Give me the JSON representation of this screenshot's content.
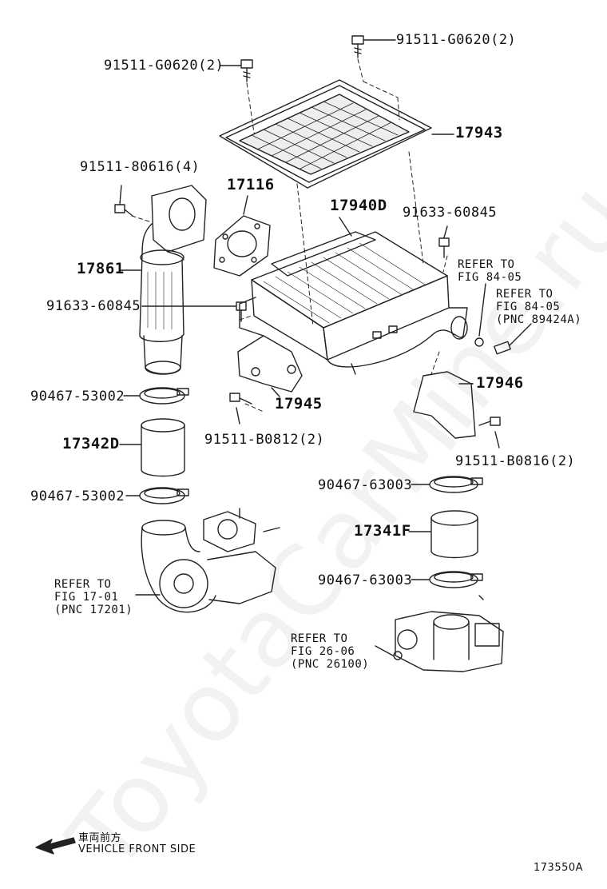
{
  "watermark": "ToyotaCarMine.ru",
  "parts": {
    "bolt_top_right": "91511-G0620(2)",
    "bolt_top_left": "91511-G0620(2)",
    "filter": "17943",
    "bolt_left": "91511-80616(4)",
    "gasket": "17116",
    "intercooler": "17940D",
    "bolt_mid_right": "91633-60845",
    "pipe": "17861",
    "bolt_mid_left": "91633-60845",
    "clamp_left_1": "90467-53002",
    "bracket_left": "17945",
    "bracket_right": "17946",
    "hose_left": "17342D",
    "bolt_bracket_left": "91511-B0812(2)",
    "bolt_bracket_right": "91511-B0816(2)",
    "clamp_left_2": "90467-53002",
    "clamp_right_1": "90467-63003",
    "hose_right": "17341F",
    "clamp_right_2": "90467-63003"
  },
  "refs": {
    "ref1": [
      "REFER TO",
      "FIG 84-05"
    ],
    "ref2": [
      "REFER TO",
      "FIG 84-05",
      "(PNC 89424A)"
    ],
    "ref3": [
      "REFER TO",
      "FIG 17-01",
      "(PNC 17201)"
    ],
    "ref4": [
      "REFER TO",
      "FIG 26-06",
      "(PNC 26100)"
    ]
  },
  "legend": {
    "japanese": "車両前方",
    "english": "VEHICLE FRONT SIDE"
  },
  "figure_code": "173550A"
}
